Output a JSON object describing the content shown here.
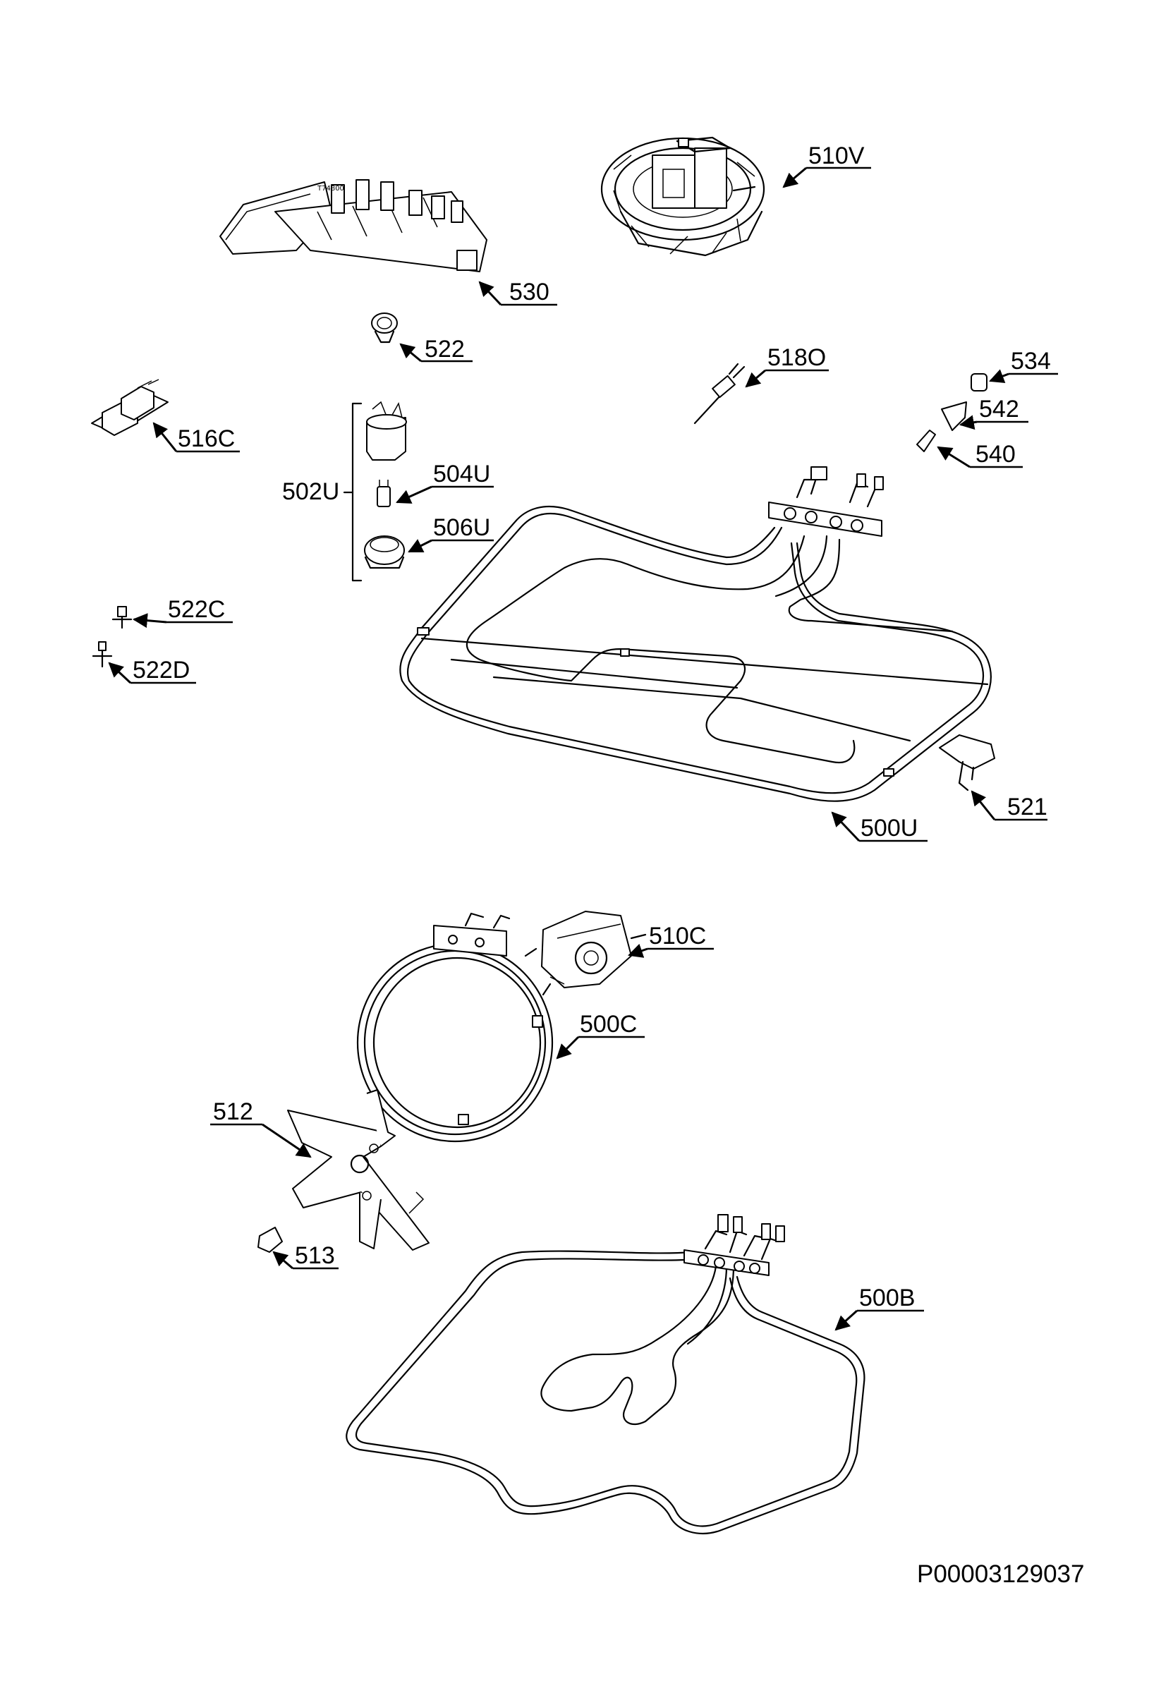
{
  "labels": {
    "l510V": "510V",
    "l530": "530",
    "l522": "522",
    "l518O": "518O",
    "l534": "534",
    "l542": "542",
    "l540": "540",
    "l516C": "516C",
    "l502U": "502U",
    "l504U": "504U",
    "l506U": "506U",
    "l522C": "522C",
    "l522D": "522D",
    "l521": "521",
    "l500U": "500U",
    "l510C": "510C",
    "l500C": "500C",
    "l512": "512",
    "l513": "513",
    "l500B": "500B"
  },
  "document_id": "P00003129037"
}
